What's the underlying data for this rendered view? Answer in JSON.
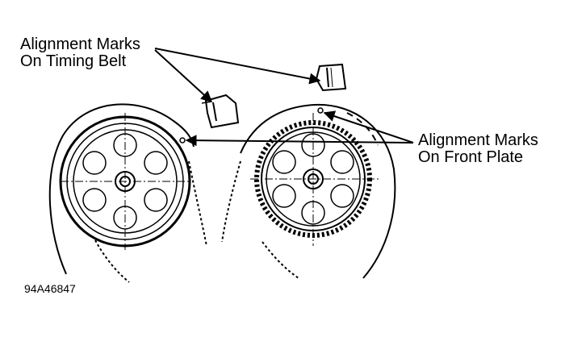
{
  "labels": {
    "belt_marks": [
      "Alignment Marks",
      "On Timing Belt"
    ],
    "plate_marks": [
      "Alignment Marks",
      "On Front Plate"
    ],
    "figure_id": "94A46847"
  },
  "colors": {
    "ink": "#000000",
    "background": "#ffffff"
  }
}
